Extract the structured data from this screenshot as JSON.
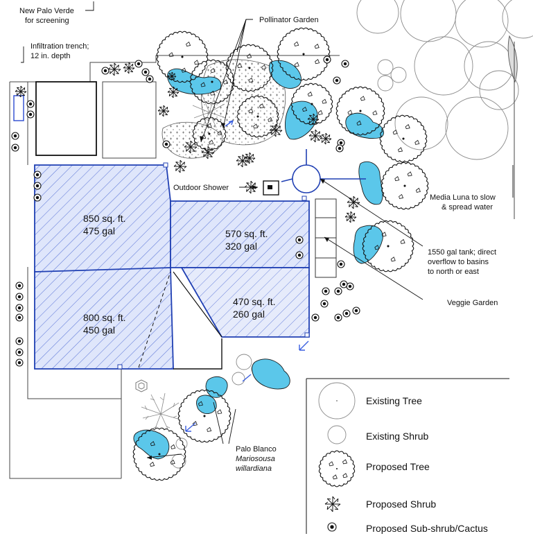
{
  "colors": {
    "roof_outline": "#1f3fb3",
    "roof_hatch": "#5f78d8",
    "roof_fill": "#dfe6fb",
    "basin_fill": "#5bc7ea",
    "basin_stroke": "#1a1a1a",
    "existing_stroke": "#8a8a8a",
    "proposed_stroke": "#111111",
    "arrow_blue": "#3a5fe0"
  },
  "labels": {
    "palo_verde_1": "New Palo Verde",
    "palo_verde_2": "for screening",
    "infiltration_1": "Infiltration trench;",
    "infiltration_2": "12 in. depth",
    "pollinator": "Pollinator Garden",
    "shower": "Outdoor Shower",
    "media_luna_1": "Media Luna to slow",
    "media_luna_2": "& spread water",
    "tank_1": "1550 gal tank; direct",
    "tank_2": "overflow to basins",
    "tank_3": "to north or east",
    "veggie": "Veggie Garden",
    "palo_blanco_1": "Palo Blanco",
    "palo_blanco_2": "Mariosousa",
    "palo_blanco_3": "willardiana"
  },
  "roof_sections": [
    {
      "area": "850 sq. ft.",
      "volume": "475 gal"
    },
    {
      "area": "570 sq. ft.",
      "volume": "320 gal"
    },
    {
      "area": "800 sq. ft.",
      "volume": "450 gal"
    },
    {
      "area": "470 sq. ft.",
      "volume": "260 gal"
    }
  ],
  "legend": [
    {
      "label": "Existing Tree",
      "icon": "existing-tree-icon"
    },
    {
      "label": "Existing Shrub",
      "icon": "existing-shrub-icon"
    },
    {
      "label": "Proposed Tree",
      "icon": "proposed-tree-icon"
    },
    {
      "label": "Proposed Shrub",
      "icon": "proposed-shrub-icon"
    },
    {
      "label": "Proposed Sub-shrub/Cactus",
      "icon": "proposed-subshrub-icon"
    }
  ]
}
